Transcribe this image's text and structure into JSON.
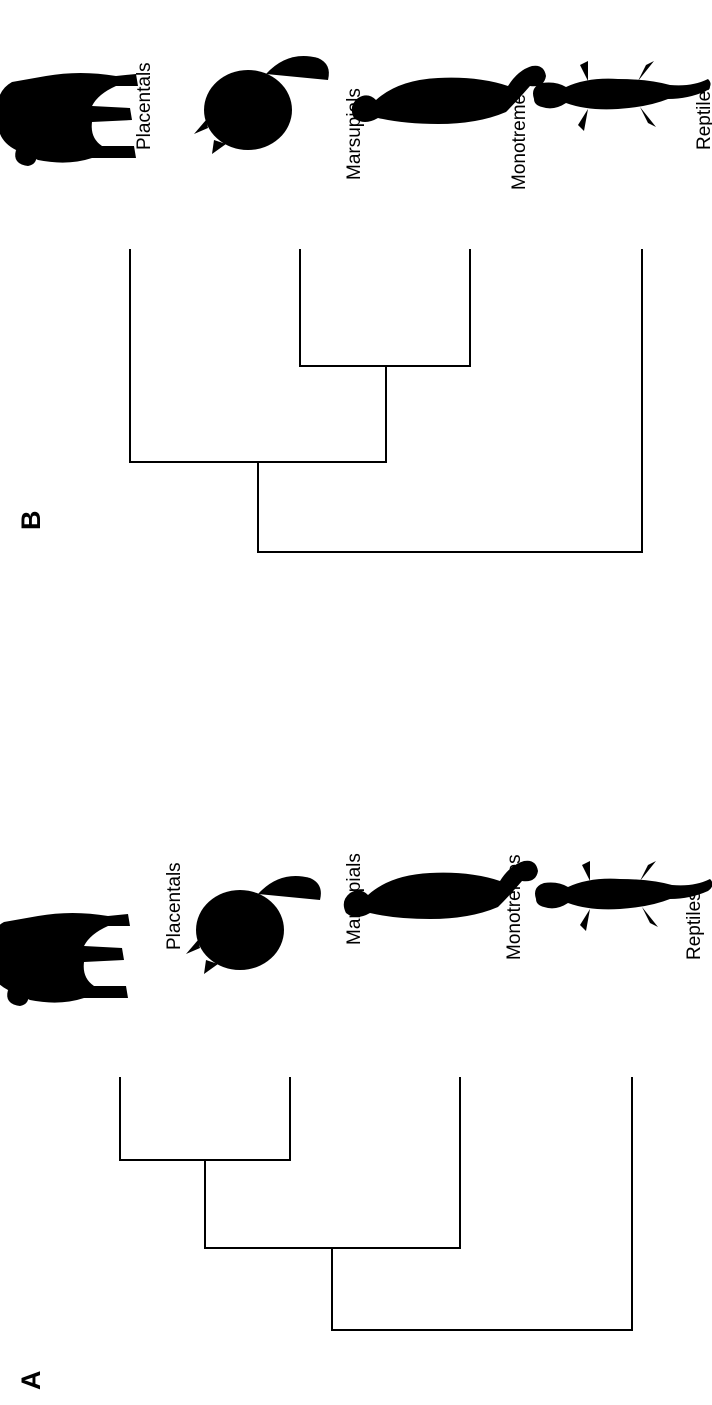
{
  "panels": [
    {
      "letter": "A",
      "taxa": [
        "Placentals",
        "Marsupials",
        "Monotremes",
        "Reptiles"
      ],
      "topology": "(((Placentals,Marsupials),Monotremes),Reptiles)",
      "icons": [
        "elephant-icon",
        "opossum-icon",
        "platypus-icon",
        "lizard-icon"
      ]
    },
    {
      "letter": "B",
      "taxa": [
        "Placentals",
        "Marsupials",
        "Monotremes",
        "Reptiles"
      ],
      "topology": "((Placentals,(Marsupials,Monotremes)),Reptiles)",
      "icons": [
        "elephant-icon",
        "opossum-icon",
        "platypus-icon",
        "lizard-icon"
      ]
    }
  ],
  "colors": {
    "line": "#000000",
    "background": "#ffffff"
  }
}
